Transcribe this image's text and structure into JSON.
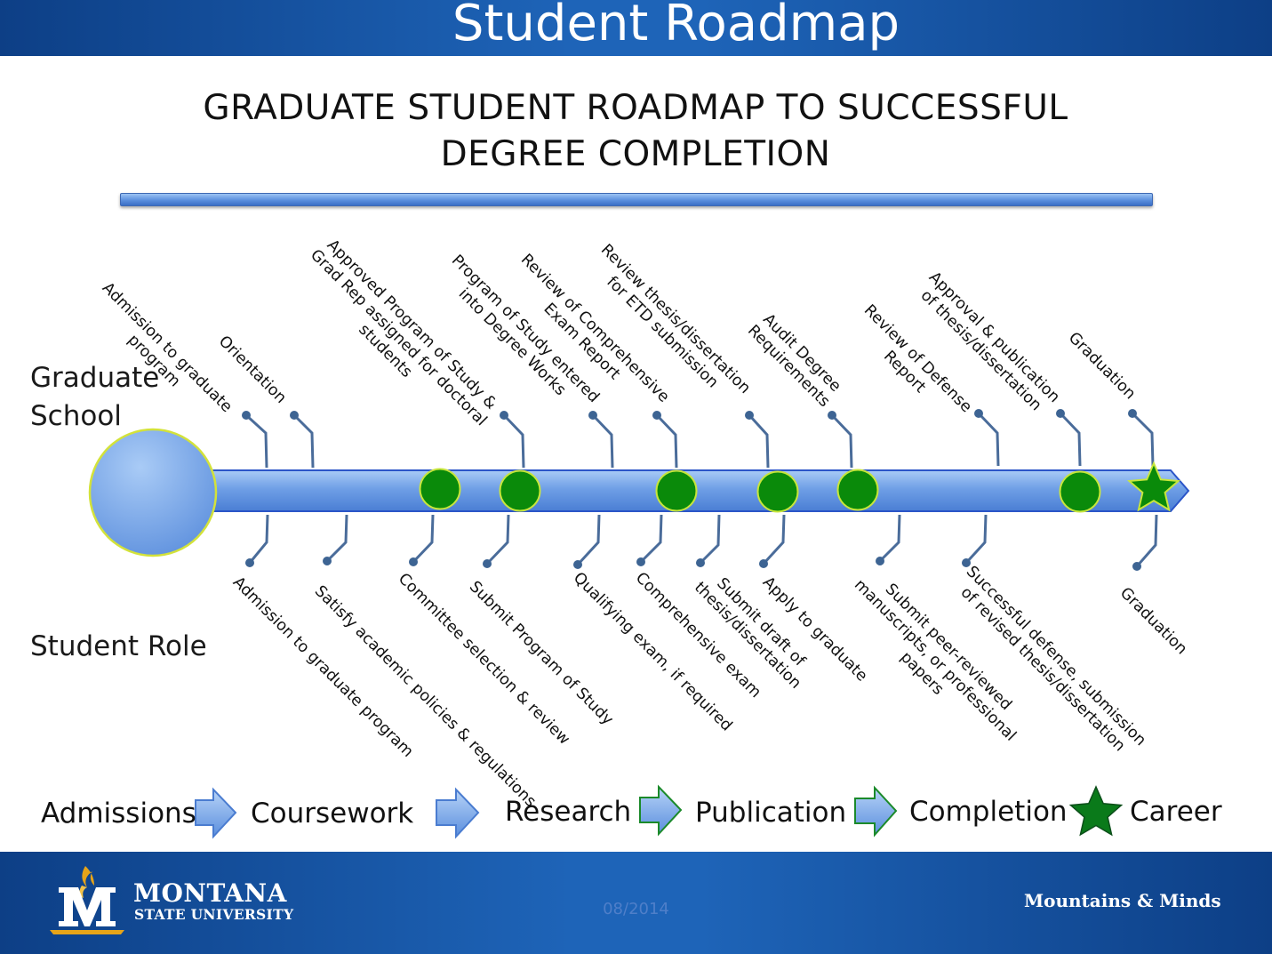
{
  "header": {
    "title": "Student Roadmap"
  },
  "subtitle": {
    "line1": "GRADUATE STUDENT ROADMAP TO SUCCESSFUL",
    "line2": "DEGREE COMPLETION"
  },
  "rows": {
    "graduate_school": [
      "Graduate",
      "School"
    ],
    "student_role": "Student Role"
  },
  "graduate_school_steps": [
    [
      "Admission to graduate",
      "program"
    ],
    [
      "Orientation"
    ],
    [
      "Approved Program of Study &",
      "Grad Rep assigned for doctoral",
      "students"
    ],
    [
      "Program of Study entered",
      "into Degree Works"
    ],
    [
      "Review of Comprehensive",
      "Exam Report"
    ],
    [
      "Review thesis/dissertation",
      "for ETD submission"
    ],
    [
      "Audit Degree",
      "Requirements"
    ],
    [
      "Review of Defense",
      "Report"
    ],
    [
      "Approval & publication",
      "of thesis/dissertation"
    ],
    [
      "Graduation"
    ]
  ],
  "student_role_steps": [
    [
      "Admission to graduate program"
    ],
    [
      "Satisfy academic policies & regulations"
    ],
    [
      "Committee selection & review"
    ],
    [
      "Submit Program of Study"
    ],
    [
      "Qualifying exam, if required"
    ],
    [
      "Comprehensive exam"
    ],
    [
      "Submit draft of",
      "thesis/dissertation"
    ],
    [
      "Apply to graduate"
    ],
    [
      "Submit peer-reviewed",
      "manuscripts, or professional",
      "papers"
    ],
    [
      "Successful defense, submission",
      "of revised thesis/dissertation"
    ],
    [
      "Graduation"
    ]
  ],
  "phases": [
    "Admissions",
    "Coursework",
    "Research",
    "Publication",
    "Completion",
    "Career"
  ],
  "footer": {
    "university_line1": "MONTANA",
    "university_line2": "STATE UNIVERSITY",
    "date": "08/2014",
    "tagline": "Mountains & Minds"
  },
  "colors": {
    "header_blue": "#1e64b8",
    "timeline_blue": "#6a9ae6",
    "milestone_green": "#0a8a0a",
    "milestone_outline": "#c8e63c",
    "footer_gold": "#e6a419"
  }
}
